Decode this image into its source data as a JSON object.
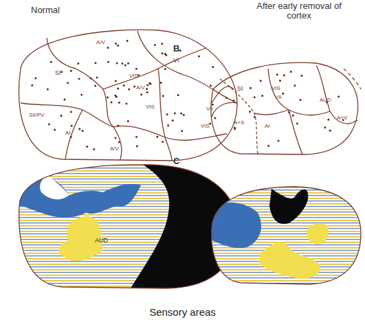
{
  "diagram": {
    "labels": [
      "Normal",
      "After early removal of cortex",
      "B",
      "C",
      "A/V",
      "VI",
      "SI",
      "VIS",
      "A/V",
      "VII",
      "SII/PV",
      "VIS",
      "VIS",
      "AI",
      "A/V",
      "SI",
      "VIS",
      "VII",
      "AUD",
      "A+S",
      "AI",
      "A+V",
      "AUD"
    ],
    "caption": "Sensory areas"
  }
}
